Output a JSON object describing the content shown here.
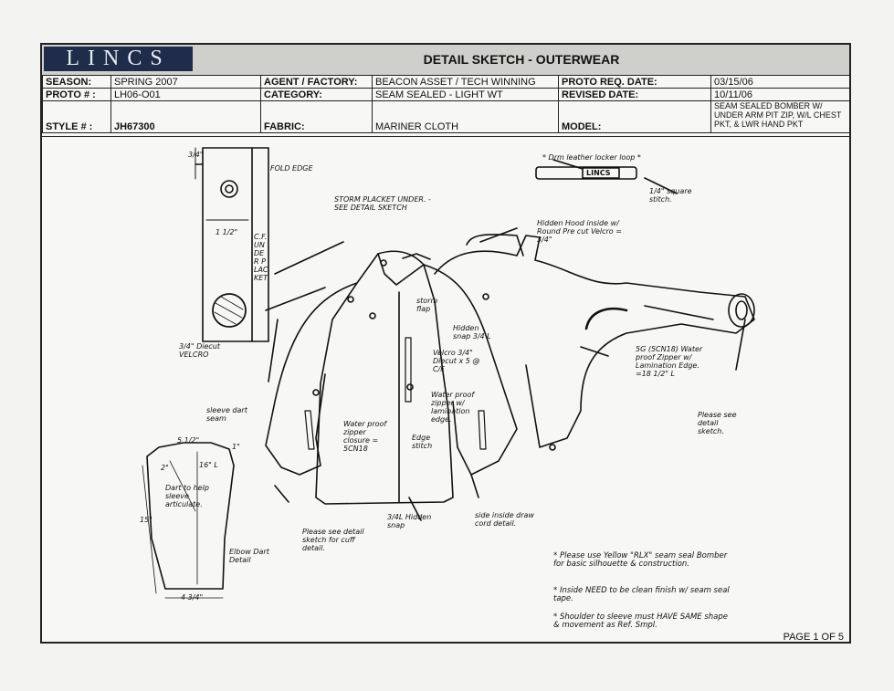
{
  "header": {
    "logo": "LINCS",
    "title": "DETAIL SKETCH - OUTERWEAR"
  },
  "info": {
    "season_label": "SEASON:",
    "season": "SPRING 2007",
    "agent_label": "AGENT / FACTORY:",
    "agent": "BEACON ASSET  / TECH WINNING",
    "proto_req_label": "PROTO REQ. DATE:",
    "proto_req": "03/15/06",
    "proto_label": "PROTO # :",
    "proto": "LH06-O01",
    "category_label": "CATEGORY:",
    "category": "SEAM SEALED - LIGHT WT",
    "revised_label": "REVISED DATE:",
    "revised": "10/11/06",
    "style_label": "STYLE # :",
    "style": "JH67300",
    "fabric_label": "FABRIC:",
    "fabric": "MARINER CLOTH",
    "model_label": "MODEL:",
    "model": "SEAM SEALED BOMBER W/ UNDER ARM PIT ZIP, W/L CHEST PKT, & LWR HAND PKT"
  },
  "notes": {
    "fold_edge": "FOLD EDGE",
    "storm_placket": "STORM PLACKET UNDER. -SEE DETAIL SKETCH",
    "placket_width": "1 1/2\"",
    "under_placket": "C.F. UNDER PLACKET",
    "velcro_circle": "3/4\" Diecut VELCRO",
    "leather_loop": "* Drm leather locker loop *",
    "loop_logo": "LINCS",
    "square_stitch": "1/4\" square stitch.",
    "hidden_hood": "Hidden Hood inside w/ Round Pre cut Velcro = 3/4\"",
    "storm_flap": "storm flap",
    "hidden_snap": "Hidden snap 3/4 L",
    "velcro_cf": "Velcro 3/4\" Diecut x 5 @ C/F",
    "water_proof_zip": "Water proof zipper w/ lamination edge.",
    "underarm_zip": "5G (5CN18) Water proof Zipper w/ Lamination Edge. =18 1/2\" L",
    "please_see_detail": "Please see detail sketch.",
    "wp_zipper_closure": "Water proof zipper closure = 5CN18",
    "edge_stitch": "Edge stitch",
    "hidden_snap_bottom": "3/4L Hidden snap",
    "side_draw_cord": "side inside draw cord detail.",
    "cuff_detail": "Please see detail sketch for cuff detail.",
    "sleeve_dart_seam": "sleeve dart seam",
    "dart_note": "Dart to help sleeve articulate.",
    "elbow_dart_detail": "Elbow Dart Detail",
    "dim_top": "5 1/2\"",
    "dim_len": "16\" L",
    "dim_side": "15\"",
    "dim_one": "1\"",
    "dim_two": "2\"",
    "dim_bottom": "4 3/4\"",
    "dim_width": "3/4\"",
    "note1": "* Please use Yellow \"RLX\" seam seal Bomber for basic silhouette & construction.",
    "note2": "* Inside NEED to be clean finish w/ seam seal tape.",
    "note3": "* Shoulder to sleeve must HAVE SAME shape & movement as Ref. Smpl."
  },
  "footer": {
    "page": "PAGE 1 OF 5"
  }
}
